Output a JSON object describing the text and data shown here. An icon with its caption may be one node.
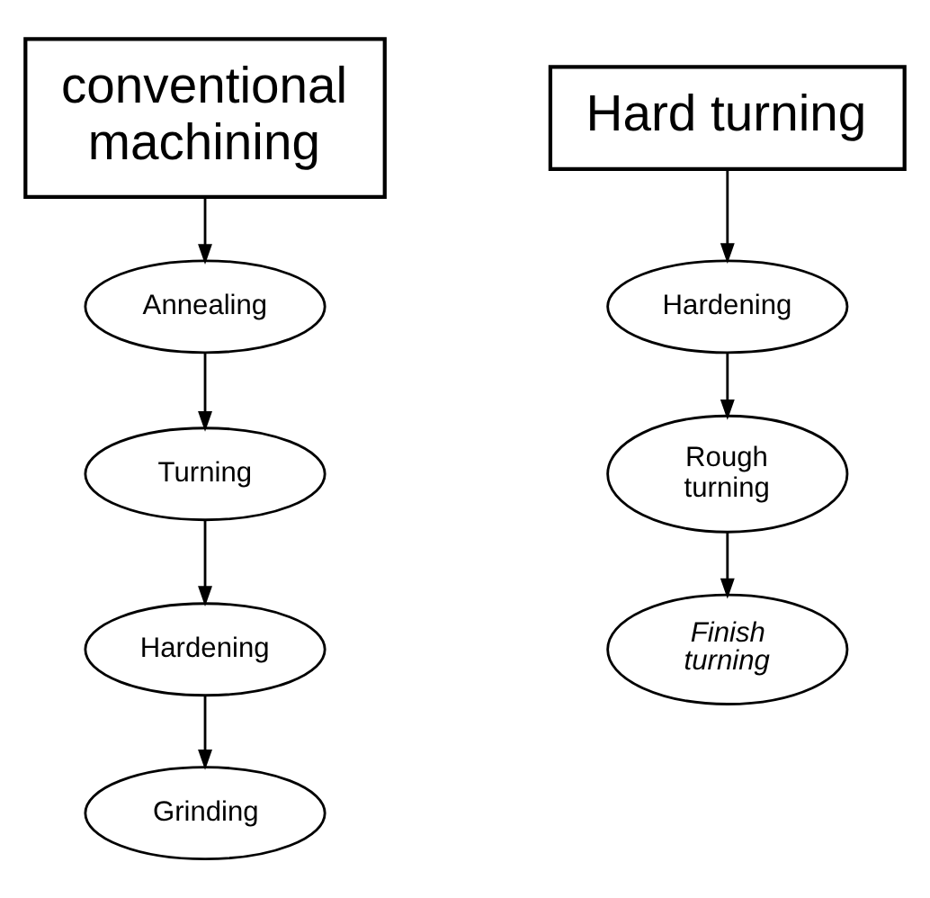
{
  "diagram": {
    "nodes": [
      {
        "text": [
          "conventional machining"
        ]
      },
      {
        "text": [
          "Annealing"
        ]
      },
      {
        "text": [
          "Turning"
        ]
      },
      {
        "text": [
          "Hardening"
        ]
      },
      {
        "text": [
          "Grinding"
        ]
      },
      {
        "text": [
          "Hard turning"
        ]
      },
      {
        "text": [
          "Hardening"
        ]
      },
      {
        "text": [
          "Rough turning"
        ]
      },
      {
        "text": [
          "Finish turning"
        ]
      }
    ],
    "edges": [
      {
        "from": 0,
        "to": 1,
        "arrow": "to"
      },
      {
        "from": 1,
        "to": 2,
        "arrow": "to"
      },
      {
        "from": 2,
        "to": 3,
        "arrow": "to"
      },
      {
        "from": 3,
        "to": 4,
        "arrow": "to"
      },
      {
        "from": 5,
        "to": 6,
        "arrow": "to"
      },
      {
        "from": 6,
        "to": 7,
        "arrow": "to"
      },
      {
        "from": 7,
        "to": 8,
        "arrow": "to"
      }
    ]
  }
}
